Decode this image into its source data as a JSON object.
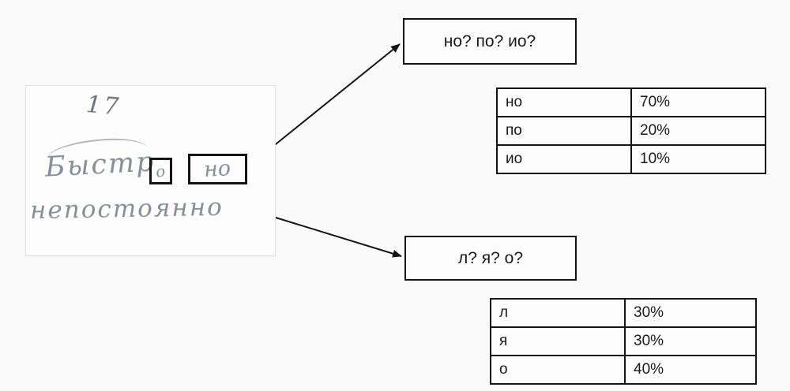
{
  "colors": {
    "background": "#fafafa",
    "line": "#141414",
    "handwriting": "#888e97"
  },
  "photo": {
    "number": "17",
    "word_prefix": "Быстр",
    "boxed_letter": "о",
    "boxed_word": "но",
    "line2": "непостоянно"
  },
  "word_question": {
    "label": "но? по? ио?"
  },
  "word_table": {
    "rows": [
      {
        "label": "но",
        "value": "70%"
      },
      {
        "label": "по",
        "value": "20%"
      },
      {
        "label": "ио",
        "value": "10%"
      }
    ]
  },
  "letter_question": {
    "label": "л? я? о?"
  },
  "letter_table": {
    "rows": [
      {
        "label": "л",
        "value": "30%"
      },
      {
        "label": "я",
        "value": "30%"
      },
      {
        "label": "о",
        "value": "40%"
      }
    ]
  }
}
